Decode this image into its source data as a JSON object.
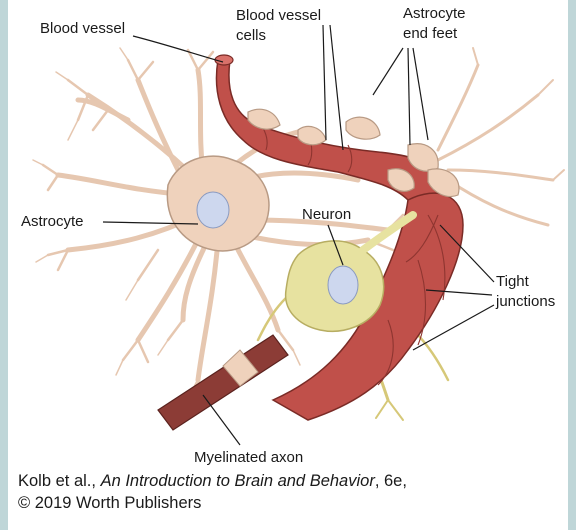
{
  "labels": {
    "blood_vessel": "Blood vessel",
    "blood_vessel_cells_line1": "Blood vessel",
    "blood_vessel_cells_line2": "cells",
    "astrocyte_end_feet_line1": "Astrocyte",
    "astrocyte_end_feet_line2": "end feet",
    "astrocyte": "Astrocyte",
    "neuron": "Neuron",
    "tight_junctions_line1": "Tight",
    "tight_junctions_line2": "junctions",
    "myelinated_axon": "Myelinated axon"
  },
  "caption": {
    "authors": "Kolb et al., ",
    "book_title": "An Introduction to Brain and Behavior",
    "edition": ", 6e,",
    "copyright": "© 2019 Worth Publishers"
  },
  "colors": {
    "vessel": "#c0504a",
    "vessel_dark": "#8e3530",
    "astrocyte": "#efd2bc",
    "astrocyte_outline": "#b89a84",
    "nucleus": "#cdd7ee",
    "neuron": "#e7e2a0",
    "axon": "#8c3c36",
    "dendrite_yellow": "#d9cc7a"
  }
}
